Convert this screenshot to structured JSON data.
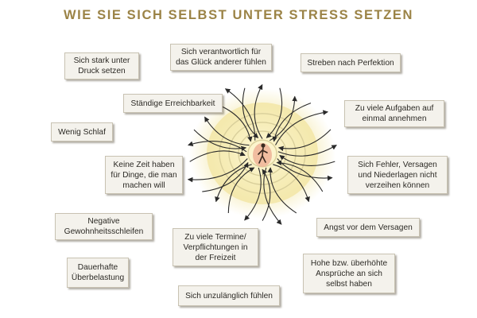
{
  "title": "WIE SIE SICH SELBST UNTER STRESS SETZEN",
  "colors": {
    "title": "#9b8346",
    "box_bg": "#f4f2ec",
    "box_border": "#c8c2b2",
    "glow_center": "#fff7d6",
    "glow_outer": "#f2e6a6",
    "arrow": "#2a2a2a"
  },
  "icons": {
    "center": "person-under-pressure-icon"
  },
  "boxes": [
    {
      "id": "druck",
      "text": "Sich stark unter\nDruck setzen"
    },
    {
      "id": "verantwortlich",
      "text": "Sich verantwortlich für\ndas Glück anderer fühlen"
    },
    {
      "id": "perfektion",
      "text": "Streben nach Perfektion"
    },
    {
      "id": "erreichbarkeit",
      "text": "Ständige Erreichbarkeit"
    },
    {
      "id": "aufgaben",
      "text": "Zu viele Aufgaben auf\neinmal annehmen"
    },
    {
      "id": "schlaf",
      "text": "Wenig Schlaf"
    },
    {
      "id": "zeit",
      "text": "Keine Zeit haben\nfür Dinge, die man\nmachen will"
    },
    {
      "id": "fehler",
      "text": "Sich Fehler, Versagen\nund Niederlagen nicht\nverzeihen können"
    },
    {
      "id": "gewohnheit",
      "text": "Negative\nGewohnheitsschleifen"
    },
    {
      "id": "termine",
      "text": "Zu viele Termine/\nVerpflichtungen in\nder Freizeit"
    },
    {
      "id": "angst",
      "text": "Angst vor dem Versagen"
    },
    {
      "id": "ueberlastung",
      "text": "Dauerhafte\nÜberbelastung"
    },
    {
      "id": "ansprueche",
      "text": "Hohe bzw. überhöhte\nAnsprüche an sich\nselbst haben"
    },
    {
      "id": "unzulaenglich",
      "text": "Sich unzulänglich fühlen"
    }
  ]
}
